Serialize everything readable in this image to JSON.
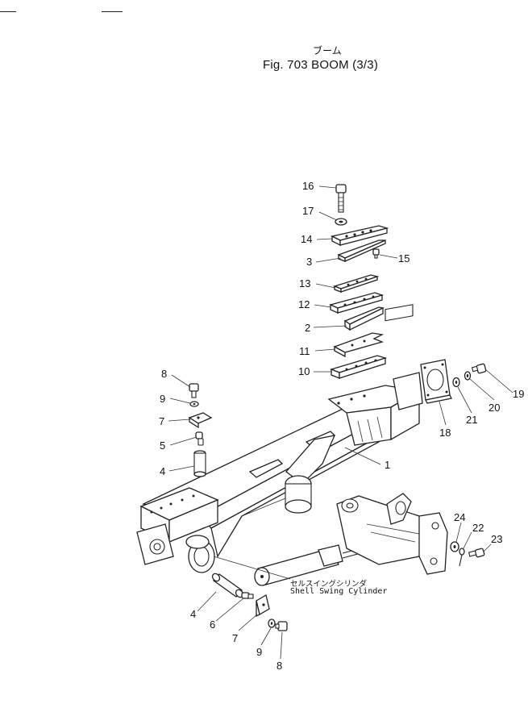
{
  "header": {
    "title_jp": "ブーム",
    "title_en": "Fig. 703  BOOM (3/3)"
  },
  "callout": {
    "label_jp": "セルスイングシリンダ",
    "label_en": "Shell Swing Cylinder"
  },
  "part_labels": [
    {
      "id": "pn-16",
      "text": "16"
    },
    {
      "id": "pn-17",
      "text": "17"
    },
    {
      "id": "pn-14",
      "text": "14"
    },
    {
      "id": "pn-3",
      "text": "3"
    },
    {
      "id": "pn-15",
      "text": "15"
    },
    {
      "id": "pn-13",
      "text": "13"
    },
    {
      "id": "pn-12",
      "text": "12"
    },
    {
      "id": "pn-2",
      "text": "2"
    },
    {
      "id": "pn-11",
      "text": "11"
    },
    {
      "id": "pn-10",
      "text": "10"
    },
    {
      "id": "pn-8a",
      "text": "8"
    },
    {
      "id": "pn-9a",
      "text": "9"
    },
    {
      "id": "pn-7a",
      "text": "7"
    },
    {
      "id": "pn-5",
      "text": "5"
    },
    {
      "id": "pn-4a",
      "text": "4"
    },
    {
      "id": "pn-1",
      "text": "1"
    },
    {
      "id": "pn-18",
      "text": "18"
    },
    {
      "id": "pn-21",
      "text": "21"
    },
    {
      "id": "pn-20",
      "text": "20"
    },
    {
      "id": "pn-19",
      "text": "19"
    },
    {
      "id": "pn-24",
      "text": "24"
    },
    {
      "id": "pn-22",
      "text": "22"
    },
    {
      "id": "pn-23",
      "text": "23"
    },
    {
      "id": "pn-4b",
      "text": "4"
    },
    {
      "id": "pn-6",
      "text": "6"
    },
    {
      "id": "pn-7b",
      "text": "7"
    },
    {
      "id": "pn-9b",
      "text": "9"
    },
    {
      "id": "pn-8b",
      "text": "8"
    }
  ]
}
